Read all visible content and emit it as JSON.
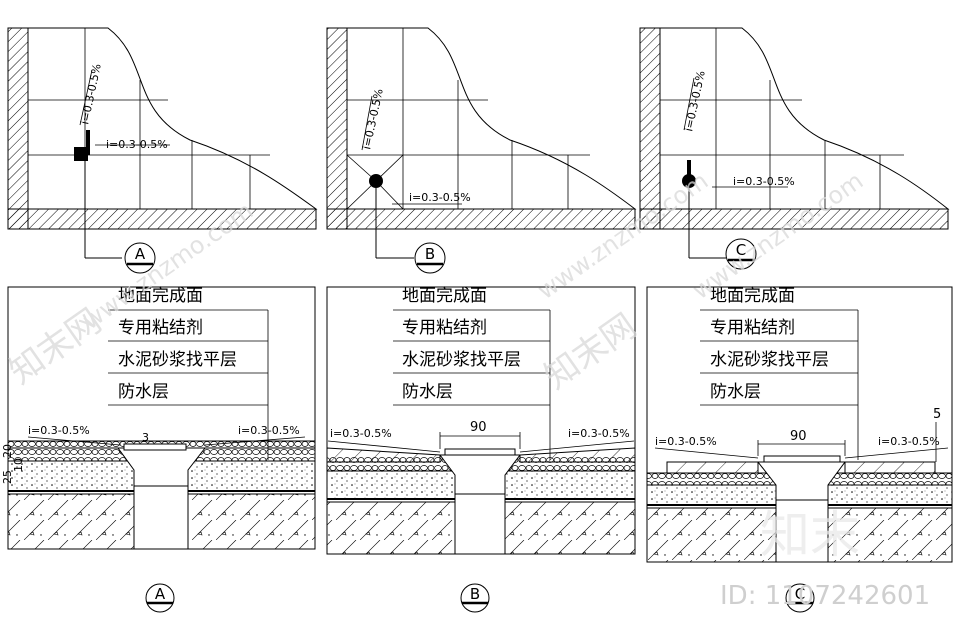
{
  "plans": [
    {
      "marker": "A",
      "slope_v": "i=0.3-0.5%",
      "slope_h": "i=0.3-0.5%"
    },
    {
      "marker": "B",
      "slope_v": "i=0.3-0.5%",
      "slope_h": "i=0.3-0.5%"
    },
    {
      "marker": "C",
      "slope_v": "i=0.3-0.5%",
      "slope_h": "i=0.3-0.5%"
    }
  ],
  "layers": [
    "地面完成面",
    "专用粘结剂",
    "水泥砂浆找平层",
    "防水层"
  ],
  "sections": [
    {
      "marker": "A",
      "slope_left": "i=0.3-0.5%",
      "slope_right": "i=0.3-0.5%",
      "dim_a": "3",
      "dim_side": [
        "20",
        "25",
        "10"
      ]
    },
    {
      "marker": "B",
      "slope_left": "i=0.3-0.5%",
      "slope_right": "i=0.3-0.5%",
      "dim_top": "90"
    },
    {
      "marker": "C",
      "slope_left": "i=0.3-0.5%",
      "slope_right": "i=0.3-0.5%",
      "dim_top": "90",
      "dim_right": "5"
    }
  ],
  "watermark": {
    "site": "www.znzmo.com",
    "brand": "知末网",
    "logo": "知末",
    "id_text": "ID: 1107242601"
  },
  "colors": {
    "line": "#000000",
    "watermark": "#d9d9d9"
  }
}
